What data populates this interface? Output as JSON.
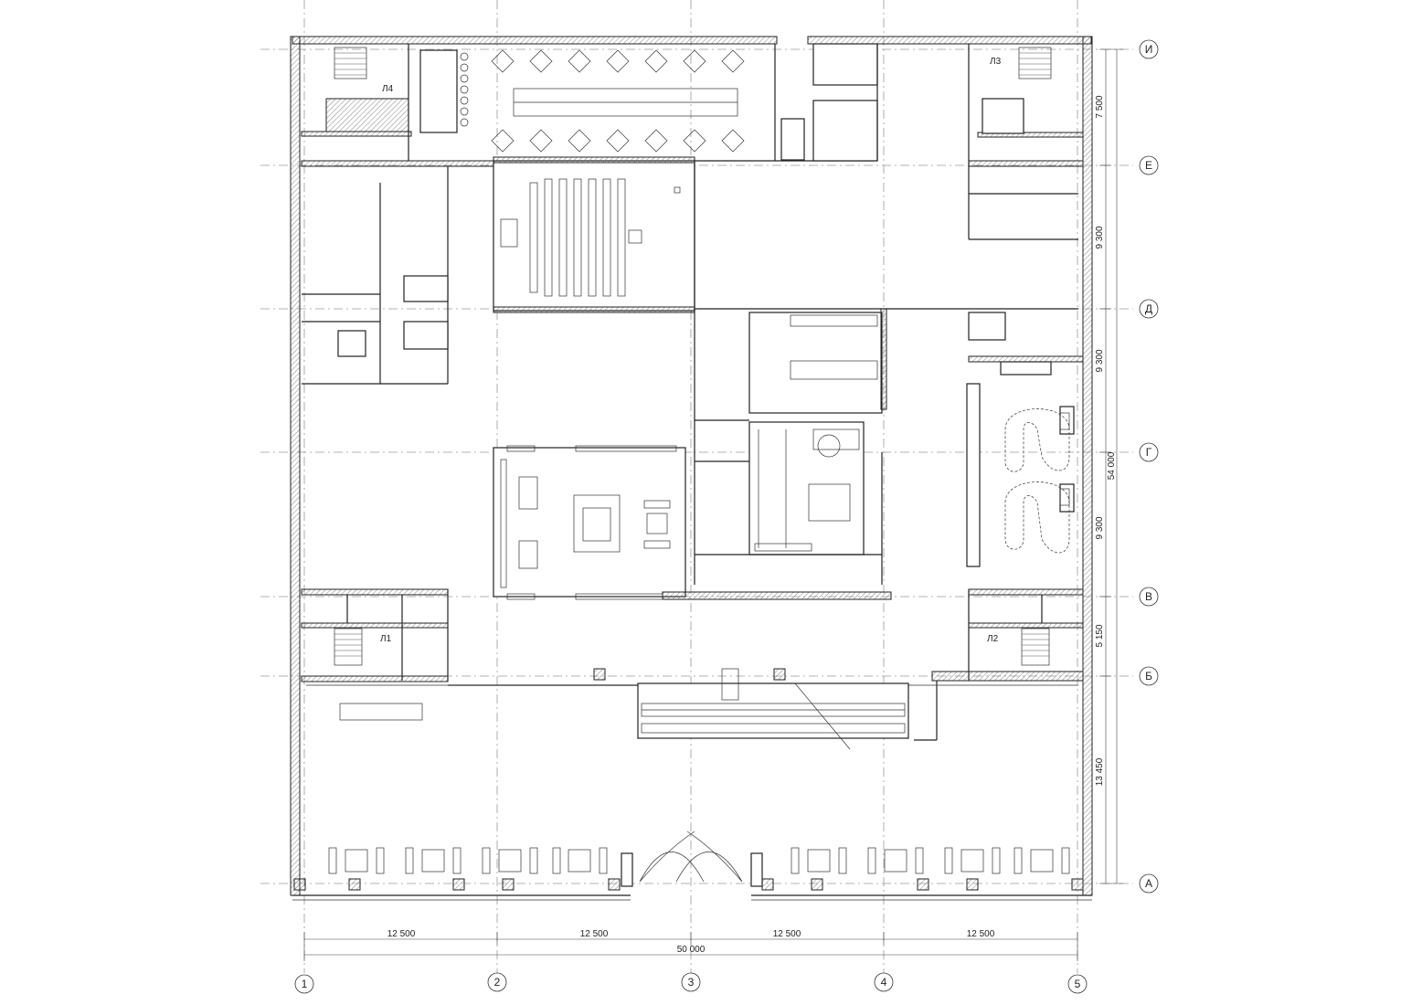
{
  "axes": {
    "columns": [
      "1",
      "2",
      "3",
      "4",
      "5"
    ],
    "rows": [
      "А",
      "Б",
      "В",
      "Г",
      "Д",
      "Е",
      "И"
    ]
  },
  "dimensions": {
    "bottom_spans": [
      "12 500",
      "12 500",
      "12 500",
      "12 500"
    ],
    "bottom_total": "50 000",
    "right_spans": [
      "7 500",
      "9 300",
      "9 300",
      "9 300",
      "5 150",
      "13 450"
    ],
    "right_total": "54 000"
  },
  "stair_labels": [
    "Л4",
    "Л3",
    "Л1",
    "Л2"
  ]
}
